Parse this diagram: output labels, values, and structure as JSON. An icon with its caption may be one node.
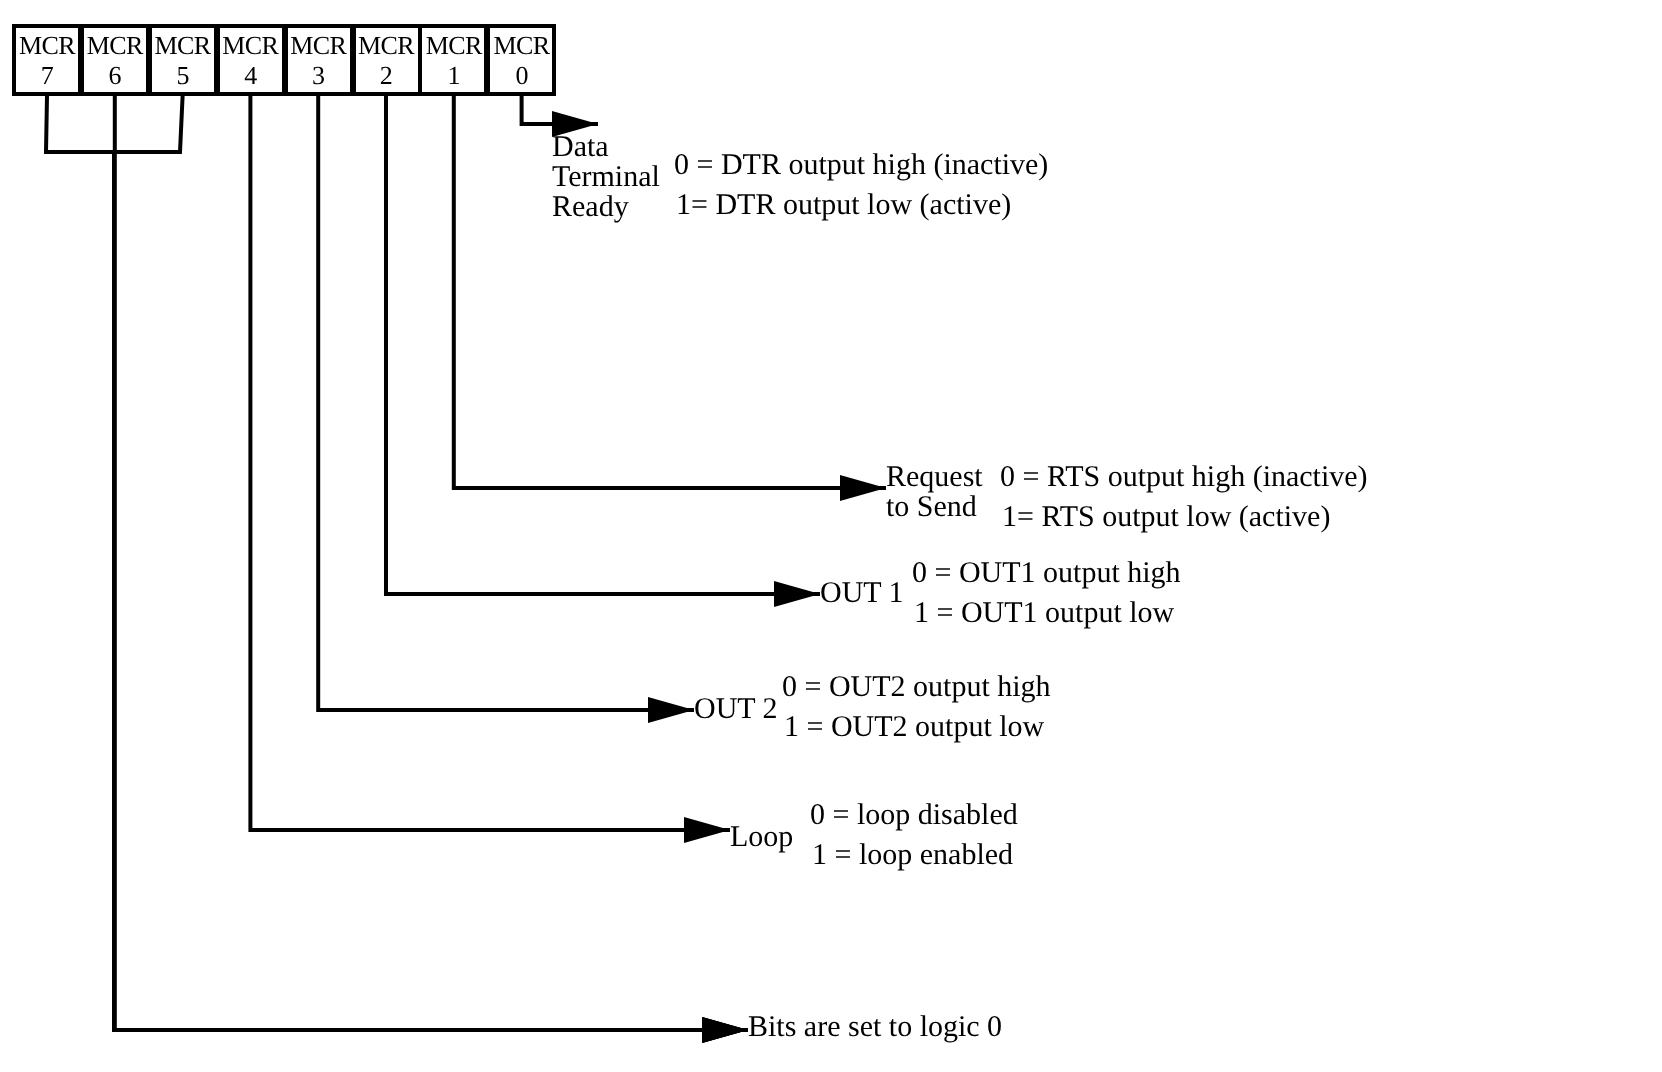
{
  "diagram": {
    "nodes": [
      {
        "text": [
          "MCR 7"
        ]
      },
      {
        "text": [
          "MCR 6"
        ]
      },
      {
        "text": [
          "MCR 5"
        ]
      },
      {
        "text": [
          "MCR 4"
        ]
      },
      {
        "text": [
          "MCR 3"
        ]
      },
      {
        "text": [
          "MCR 2"
        ]
      },
      {
        "text": [
          "MCR 1"
        ]
      },
      {
        "text": [
          "MCR 0"
        ]
      },
      {
        "text": [
          "Data Terminal Ready"
        ],
        "beside": [
          "0 = DTR output high (inactive)",
          "1= DTR output low (active)"
        ]
      },
      {
        "text": [
          "Request to Send"
        ],
        "beside": [
          "0 = RTS output high (inactive)",
          "1= RTS output low (active)"
        ]
      },
      {
        "text": [
          "OUT 1"
        ],
        "beside": [
          "0 = OUT1 output high",
          "1 = OUT1 output low"
        ]
      },
      {
        "text": [
          "OUT 2"
        ],
        "beside": [
          "0 = OUT2 output high",
          "1 = OUT2 output low"
        ]
      },
      {
        "text": [
          "Loop"
        ],
        "beside": [
          "0 = loop disabled",
          "1 = loop enabled"
        ]
      },
      {
        "text": [
          "Bits are set to logic 0"
        ]
      }
    ],
    "edges": [
      {
        "from": 0,
        "to": 13,
        "arrow": "to"
      },
      {
        "from": 1,
        "to": 13,
        "arrow": "to"
      },
      {
        "from": 2,
        "to": 13,
        "arrow": "to"
      },
      {
        "from": 3,
        "to": 12,
        "arrow": "to"
      },
      {
        "from": 4,
        "to": 11,
        "arrow": "to"
      },
      {
        "from": 5,
        "to": 10,
        "arrow": "to"
      },
      {
        "from": 6,
        "to": 9,
        "arrow": "to"
      },
      {
        "from": 7,
        "to": 8,
        "arrow": "to"
      }
    ]
  }
}
